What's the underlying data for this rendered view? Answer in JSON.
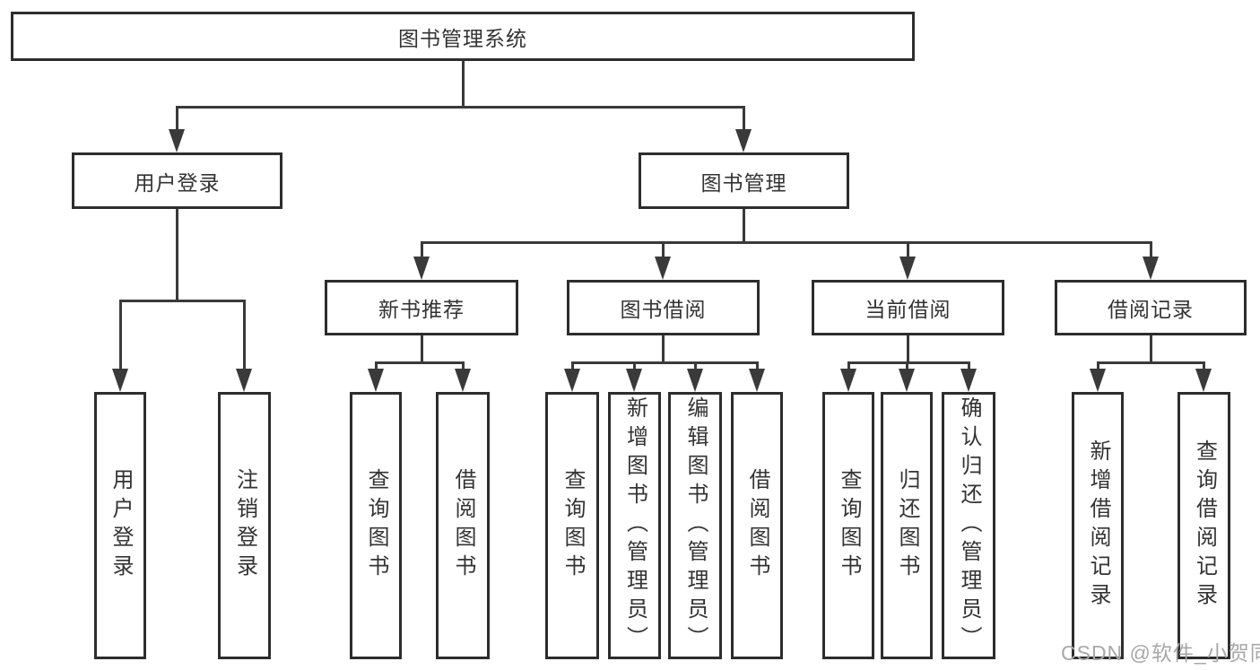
{
  "root": {
    "label": "图书管理系统"
  },
  "level2": {
    "user_login": "用户登录",
    "book_mgmt": "图书管理"
  },
  "level3": {
    "new_book": "新书推荐",
    "borrow": "图书借阅",
    "current": "当前借阅",
    "records": "借阅记录"
  },
  "leaves": {
    "user_login": [
      "用户登录",
      "注销登录"
    ],
    "new_book": [
      "查询图书",
      "借阅图书"
    ],
    "borrow": [
      "查询图书",
      "新增图书（管理员）",
      "编辑图书（管理员）",
      "借阅图书"
    ],
    "current": [
      "查询图书",
      "归还图书",
      "确认归还（管理员）"
    ],
    "records": [
      "新增借阅记录",
      "查询借阅记录"
    ]
  },
  "watermark": "CSDN @软件_小贺同学",
  "colors": {
    "line": "#3a3a3a",
    "border": "#2d2d2d",
    "text": "#333333",
    "watermark": "#a8a8a8",
    "background": "#ffffff"
  }
}
